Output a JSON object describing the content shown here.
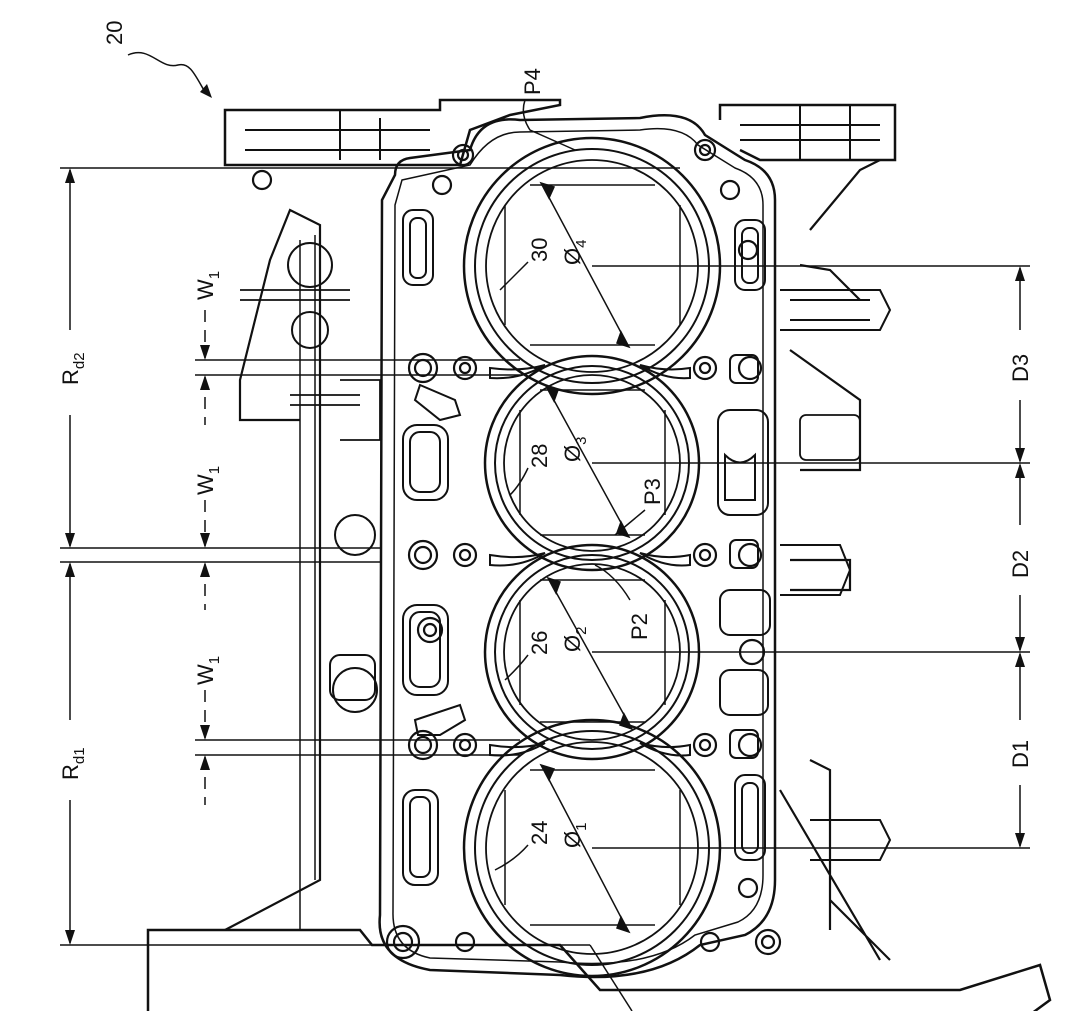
{
  "figure_ref": "20",
  "bores": [
    {
      "ref": "24",
      "diameter_symbol": "Ø",
      "diameter_index": "1"
    },
    {
      "ref": "26",
      "diameter_symbol": "Ø",
      "diameter_index": "2"
    },
    {
      "ref": "28",
      "diameter_symbol": "Ø",
      "diameter_index": "3"
    },
    {
      "ref": "30",
      "diameter_symbol": "Ø",
      "diameter_index": "4"
    }
  ],
  "points": {
    "p2": "P2",
    "p3": "P3",
    "p4": "P4"
  },
  "dimensions": {
    "rd1_main": "R",
    "rd1_sub": "d1",
    "rd2_main": "R",
    "rd2_sub": "d2",
    "w_main": "W",
    "w_sub": "1",
    "d1": "D1",
    "d2": "D2",
    "d3": "D3"
  }
}
